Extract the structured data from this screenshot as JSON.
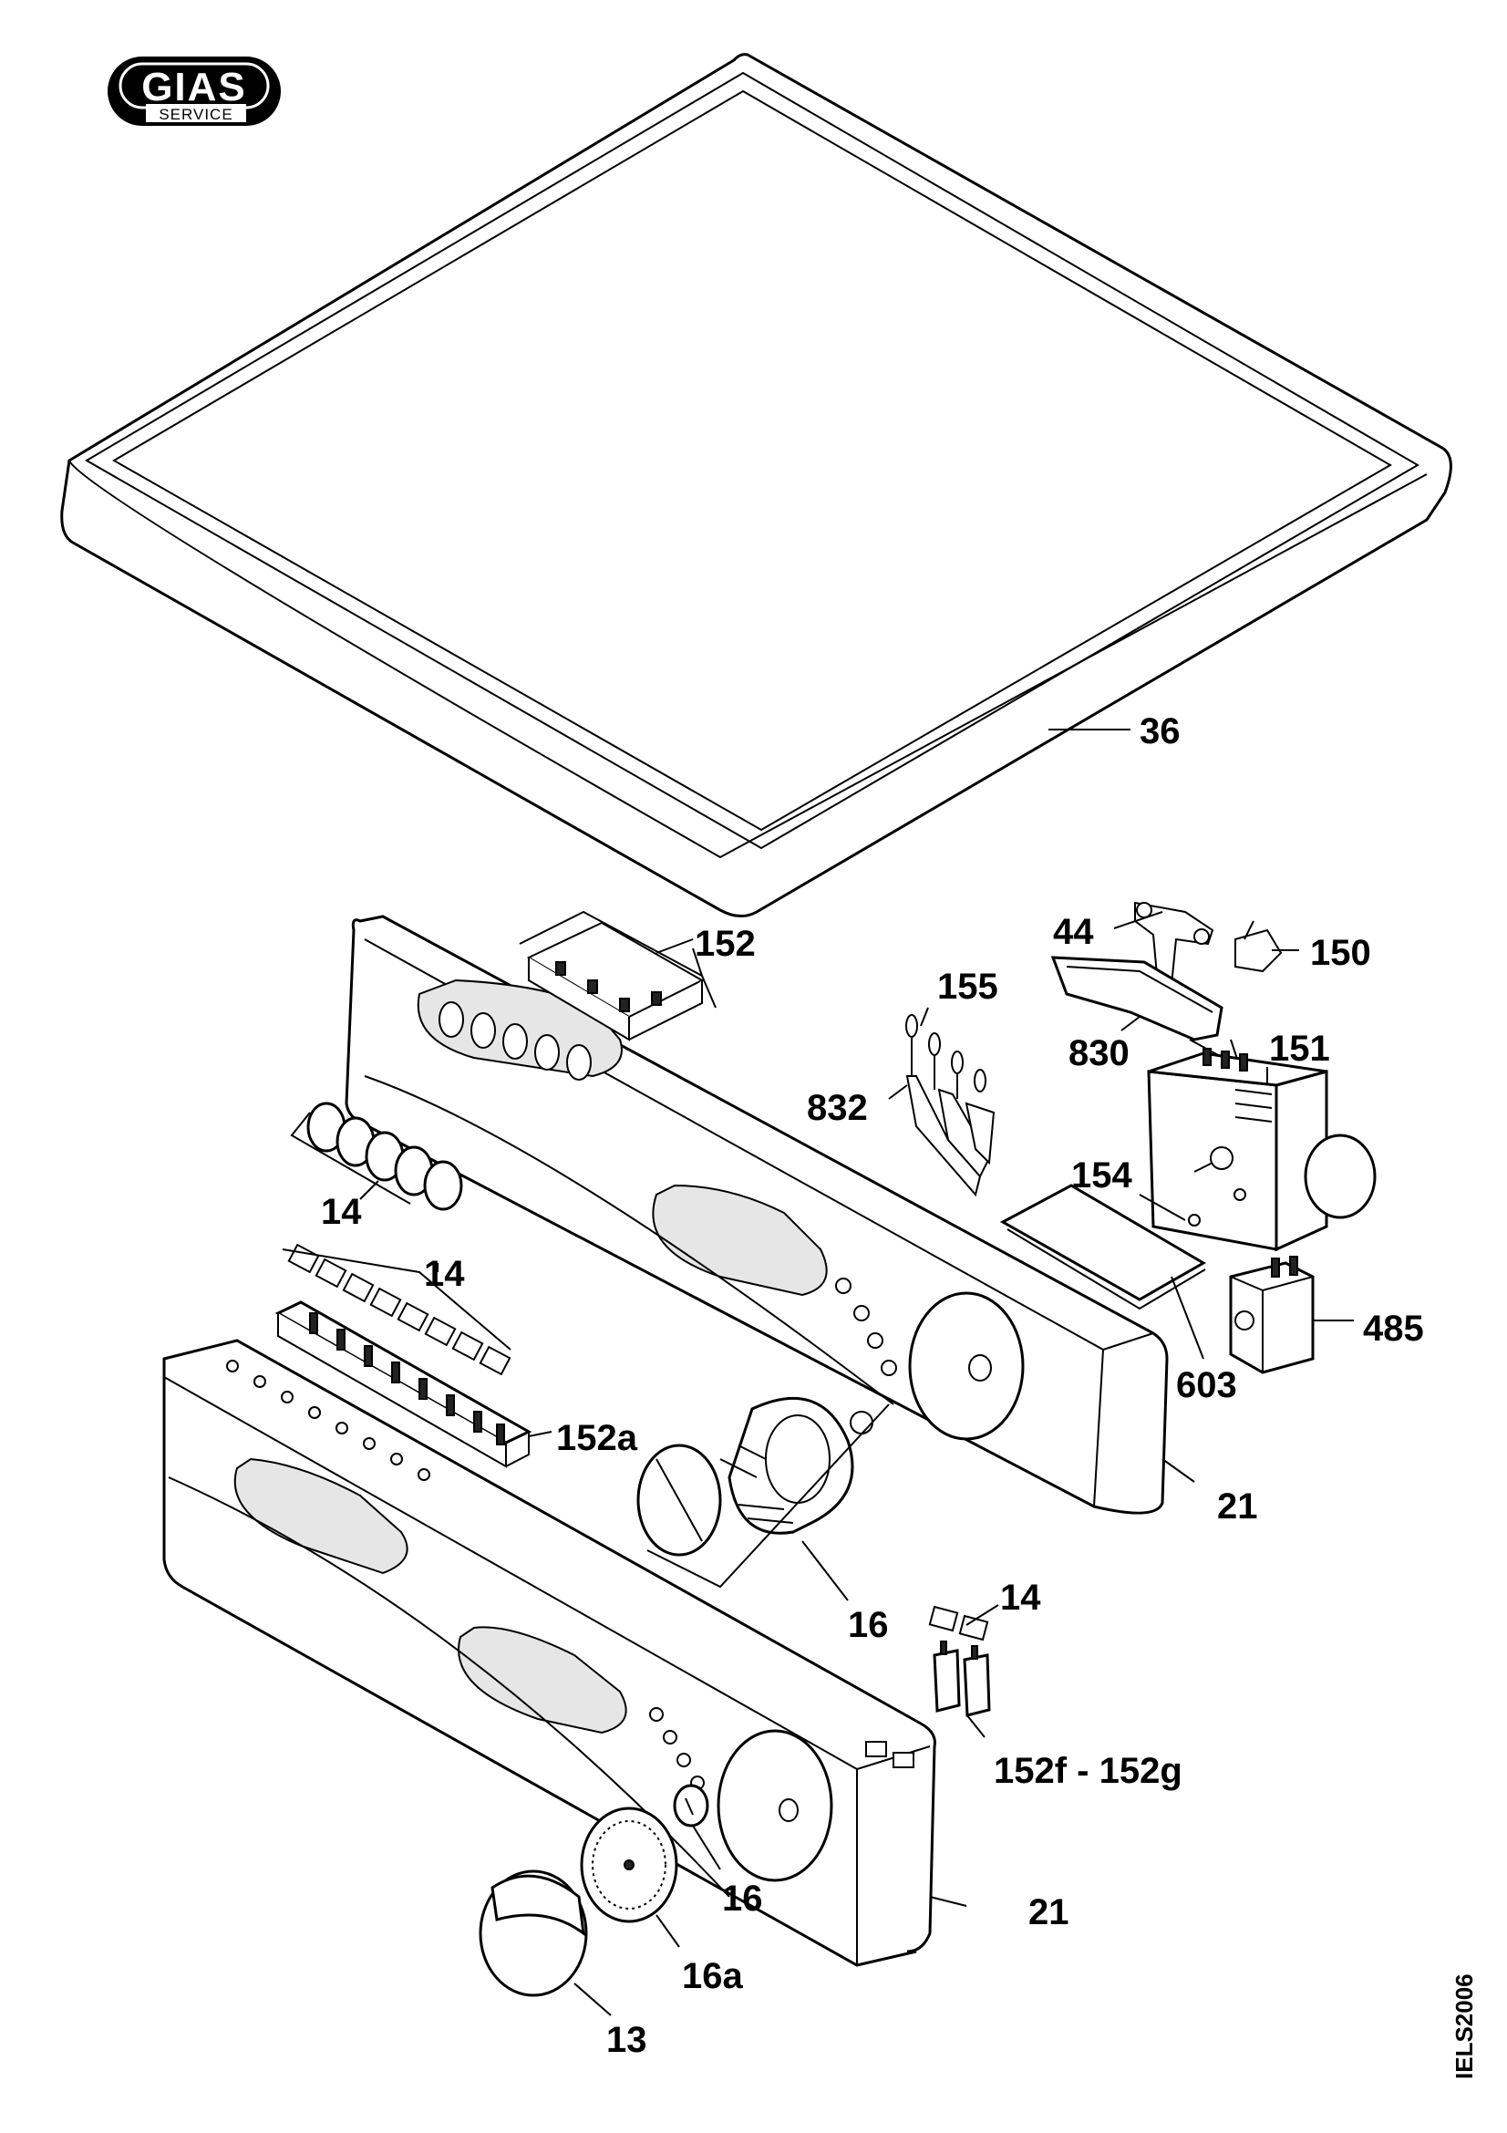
{
  "logo": {
    "brand": "GIAS",
    "sub": "SERVICE"
  },
  "drawing_code": "IELS2006",
  "labels": {
    "l36": "36",
    "l152": "152",
    "l44": "44",
    "l150": "150",
    "l155": "155",
    "l830": "830",
    "l151": "151",
    "l832": "832",
    "l154": "154",
    "l14a": "14",
    "l14b": "14",
    "l152a": "152a",
    "l485": "485",
    "l603": "603",
    "l21a": "21",
    "l16a": "16",
    "l14c": "14",
    "l152fg": "152f - 152g",
    "l21b": "21",
    "l16b": "16",
    "l16sub": "16a",
    "l13": "13"
  }
}
